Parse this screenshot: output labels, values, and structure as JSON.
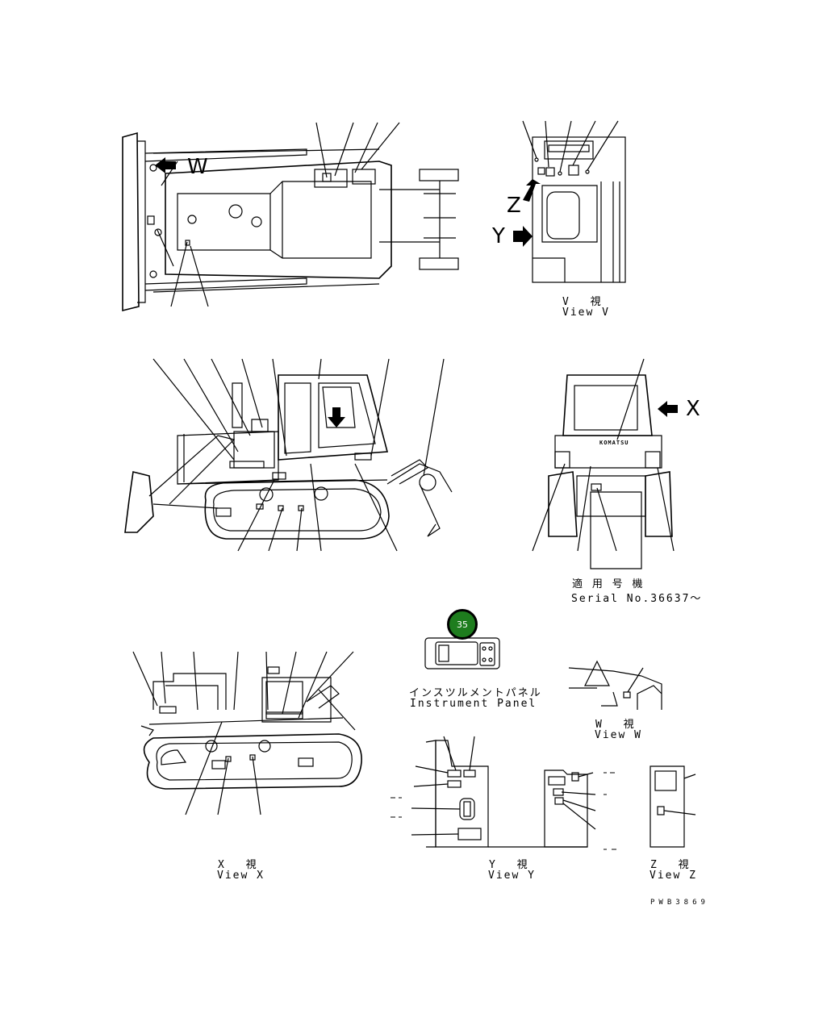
{
  "letters": {
    "w": "W",
    "z": "Z",
    "y": "Y",
    "x": "X"
  },
  "views": {
    "v": {
      "jp": "V　 視",
      "en": "View V"
    },
    "w": {
      "jp": "W　 視",
      "en": "View W"
    },
    "x": {
      "jp": "X　 視",
      "en": "View X"
    },
    "y": {
      "jp": "Y　 視",
      "en": "View Y"
    },
    "z": {
      "jp": "Z　 視",
      "en": "View Z"
    }
  },
  "serial": {
    "jp": "適 用 号 機",
    "en": "Serial No.36637〜"
  },
  "instrument_panel": {
    "jp": "インスツルメントパネル",
    "en": "Instrument Panel"
  },
  "callout": {
    "number": "35"
  },
  "brand": "KOMATSU",
  "drawing_code": "PWB3869"
}
